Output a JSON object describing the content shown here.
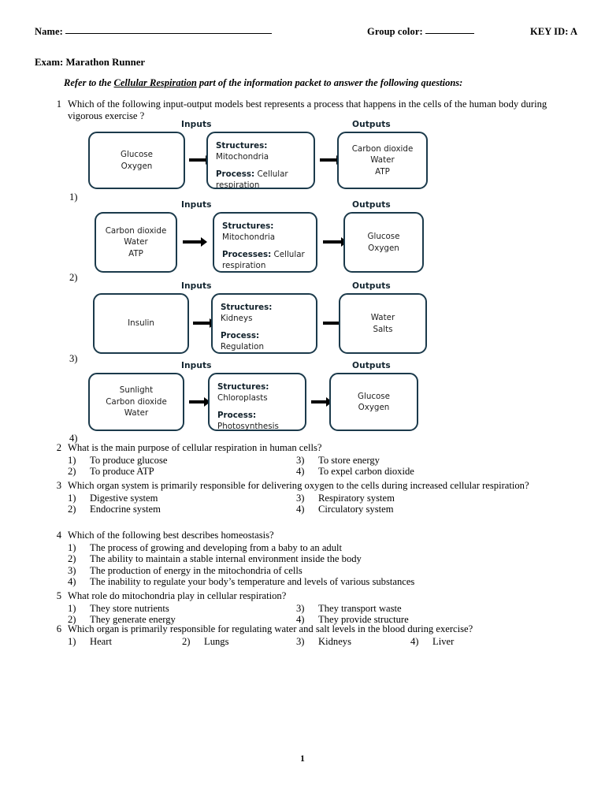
{
  "header": {
    "name_label": "Name:",
    "group_color_label": "Group color:",
    "key_id_label": "KEY ID:  A"
  },
  "exam_title": "Exam: Marathon Runner",
  "instruction": {
    "before": "Refer to the ",
    "underlined": "Cellular Respiration",
    "after": " part of the information packet to answer the following questions:"
  },
  "questions": [
    {
      "number": "1",
      "text": "Which of the following input-output models best represents a process that happens in the cells of the human body during vigorous exercise ?"
    },
    {
      "number": "2",
      "text": "What is the main purpose of cellular respiration in human cells?",
      "options": [
        {
          "label": "1)",
          "text": "To produce glucose"
        },
        {
          "label": "2)",
          "text": "To produce ATP"
        },
        {
          "label": "3)",
          "text": "To store energy"
        },
        {
          "label": "4)",
          "text": "To expel carbon dioxide"
        }
      ]
    },
    {
      "number": "3",
      "text": "Which organ system is primarily responsible for delivering oxygen to the cells during increased cellular respiration?",
      "options": [
        {
          "label": "1)",
          "text": "Digestive system"
        },
        {
          "label": "2)",
          "text": "Endocrine system"
        },
        {
          "label": "3)",
          "text": "Respiratory system"
        },
        {
          "label": "4)",
          "text": "Circulatory system"
        }
      ]
    },
    {
      "number": "4",
      "text": "Which of the following best describes homeostasis?",
      "options": [
        {
          "label": "1)",
          "text": "The process of growing and developing from a baby to an adult"
        },
        {
          "label": "2)",
          "text": "The ability to maintain a stable internal environment inside the body"
        },
        {
          "label": "3)",
          "text": "The production of energy in the mitochondria of cells"
        },
        {
          "label": "4)",
          "text": "The inability to regulate your body’s temperature and levels of various substances"
        }
      ]
    },
    {
      "number": "5",
      "text": "What role do mitochondria play in cellular respiration?",
      "options": [
        {
          "label": "1)",
          "text": "They store nutrients"
        },
        {
          "label": "2)",
          "text": "They generate energy"
        },
        {
          "label": "3)",
          "text": "They transport waste"
        },
        {
          "label": "4)",
          "text": "They provide structure"
        }
      ]
    },
    {
      "number": "6",
      "text": "Which organ is primarily responsible for regulating water and salt levels in the blood during exercise?",
      "options": [
        {
          "label": "1)",
          "text": "Heart"
        },
        {
          "label": "2)",
          "text": "Lungs"
        },
        {
          "label": "3)",
          "text": "Kidneys"
        },
        {
          "label": "4)",
          "text": "Liver"
        }
      ]
    }
  ],
  "diagrams": {
    "inputs_title": "Inputs",
    "outputs_title": "Outputs",
    "items": [
      {
        "choice_label": "1)",
        "inputs": "Glucose\nOxygen",
        "structures_label": "Structures:",
        "structures_value": "Mitochondria",
        "process_label": "Process:",
        "process_value": " Cellular respiration",
        "process_inline": true,
        "outputs": "Carbon dioxide\nWater\nATP"
      },
      {
        "choice_label": "2)",
        "inputs": "Carbon dioxide\nWater\nATP",
        "structures_label": "Structures:",
        "structures_value": "Mitochondria",
        "process_label": "Processes:",
        "process_value": " Cellular respiration",
        "process_inline": true,
        "outputs": "Glucose\nOxygen"
      },
      {
        "choice_label": "3)",
        "inputs": "Insulin",
        "structures_label": "Structures:",
        "structures_value": "Kidneys",
        "process_label": "Process:",
        "process_value": "Regulation",
        "process_inline": false,
        "outputs": "Water\nSalts"
      },
      {
        "choice_label": "4)",
        "inputs": "Sunlight\nCarbon dioxide\nWater",
        "structures_label": "Structures:",
        "structures_value": "Chloroplasts",
        "process_label": "Process:",
        "process_value": "Photosynthesis",
        "process_inline": false,
        "outputs": "Glucose\nOxygen"
      }
    ]
  },
  "footer": {
    "page_number": "1"
  },
  "colors": {
    "box_border": "#1b3a4b",
    "text": "#000000",
    "arrow": "#000000"
  }
}
